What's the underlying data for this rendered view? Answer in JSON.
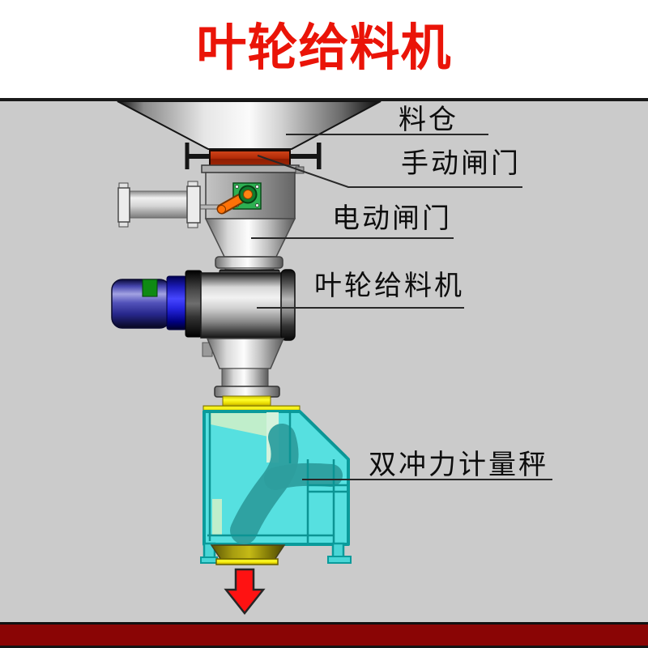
{
  "title": {
    "text": "叶轮给料机"
  },
  "labels": {
    "hopper": "料仓",
    "manual_gate": "手动闸门",
    "electric_gate": "电动闸门",
    "impeller_feeder": "叶轮给料机",
    "weighing_scale": "双冲力计量秤"
  },
  "colors": {
    "title_red": "#ea1408",
    "label_black": "#0d0d0d",
    "background_gray": "#cbcbcb",
    "divider_black": "#1a1a1a",
    "bottom_bar_red": "#8a0505",
    "gate_red": "#b02a07",
    "actuator_green": "#2db052",
    "lever_orange": "#ff7208",
    "motor_blue": "#4646ae",
    "coupling_blue": "#2525e0",
    "feeder_yellow": "#ffe800",
    "scale_cyan": "#4fe0e0",
    "scale_frame_teal": "#0a9b9b",
    "chute_teal": "#2d9e9e",
    "outlet_olive": "#a89e10",
    "arrow_red": "#ff1212"
  }
}
